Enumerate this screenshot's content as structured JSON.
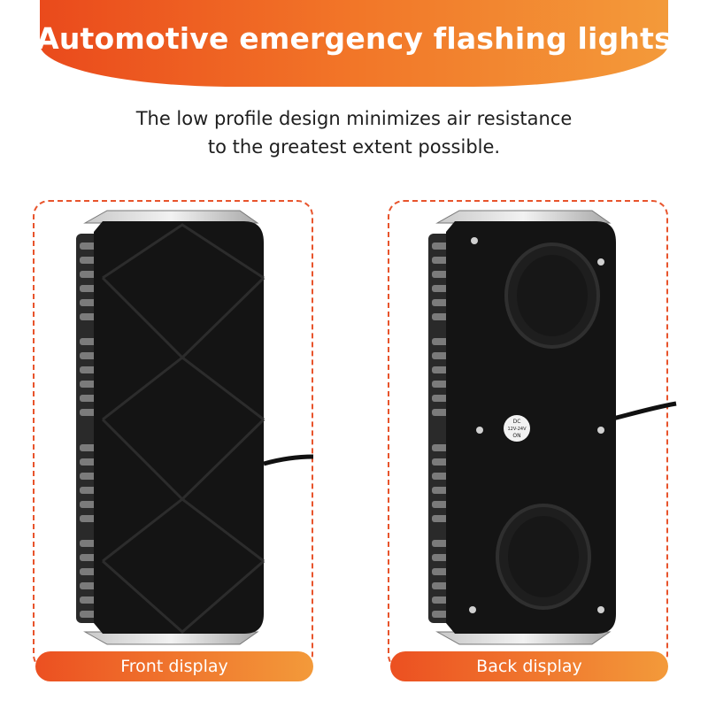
{
  "header": {
    "title": "Automotive emergency flashing lights",
    "subtitle_line1": "The low profile design minimizes air resistance",
    "subtitle_line2": "to the greatest extent possible."
  },
  "panels": [
    {
      "caption": "Front display"
    },
    {
      "caption": "Back display"
    }
  ],
  "back_label": {
    "line1": "DC",
    "line2": "12V-24V",
    "line3": "ON"
  },
  "colors": {
    "accent_start": "#ea4a1c",
    "accent_end": "#f39a3a",
    "housing": "#141414"
  }
}
